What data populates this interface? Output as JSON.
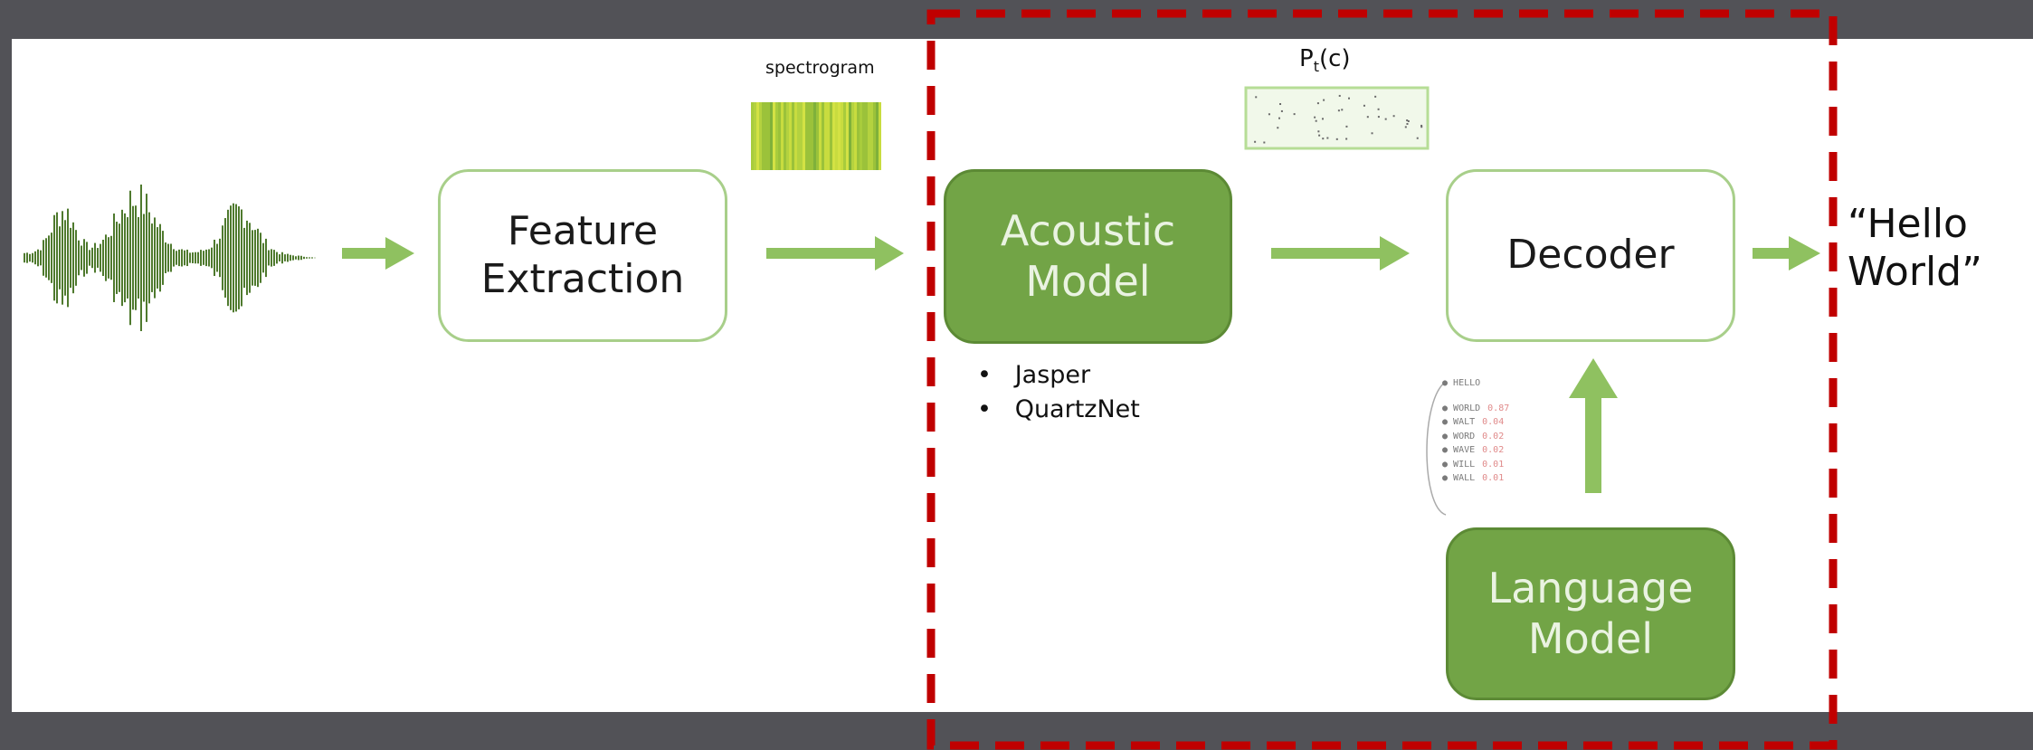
{
  "diagram": {
    "spectrogram_label": "spectrogram",
    "pt_label": {
      "main": "P",
      "sub": "t",
      "rest": "(c)"
    },
    "feature_box": "Feature\nExtraction",
    "acoustic_box": "Acoustic\nModel",
    "decoder_box": "Decoder",
    "language_box": "Language\nModel",
    "output_text": "“Hello\nWorld”",
    "acoustic_models": [
      "Jasper",
      "QuartzNet"
    ],
    "lm_head": "HELLO",
    "lm_candidates": [
      {
        "word": "WORLD",
        "prob": "0.87"
      },
      {
        "word": "WALT",
        "prob": "0.04"
      },
      {
        "word": "WORD",
        "prob": "0.02"
      },
      {
        "word": "WAVE",
        "prob": "0.02"
      },
      {
        "word": "WILL",
        "prob": "0.01"
      },
      {
        "word": "WALL",
        "prob": "0.01"
      }
    ],
    "colors": {
      "accent_green": "#72a446",
      "arrow_green": "#8fc160",
      "box_border": "#a8cf8a",
      "dashed_highlight": "#c00000",
      "background": "#525257"
    }
  }
}
